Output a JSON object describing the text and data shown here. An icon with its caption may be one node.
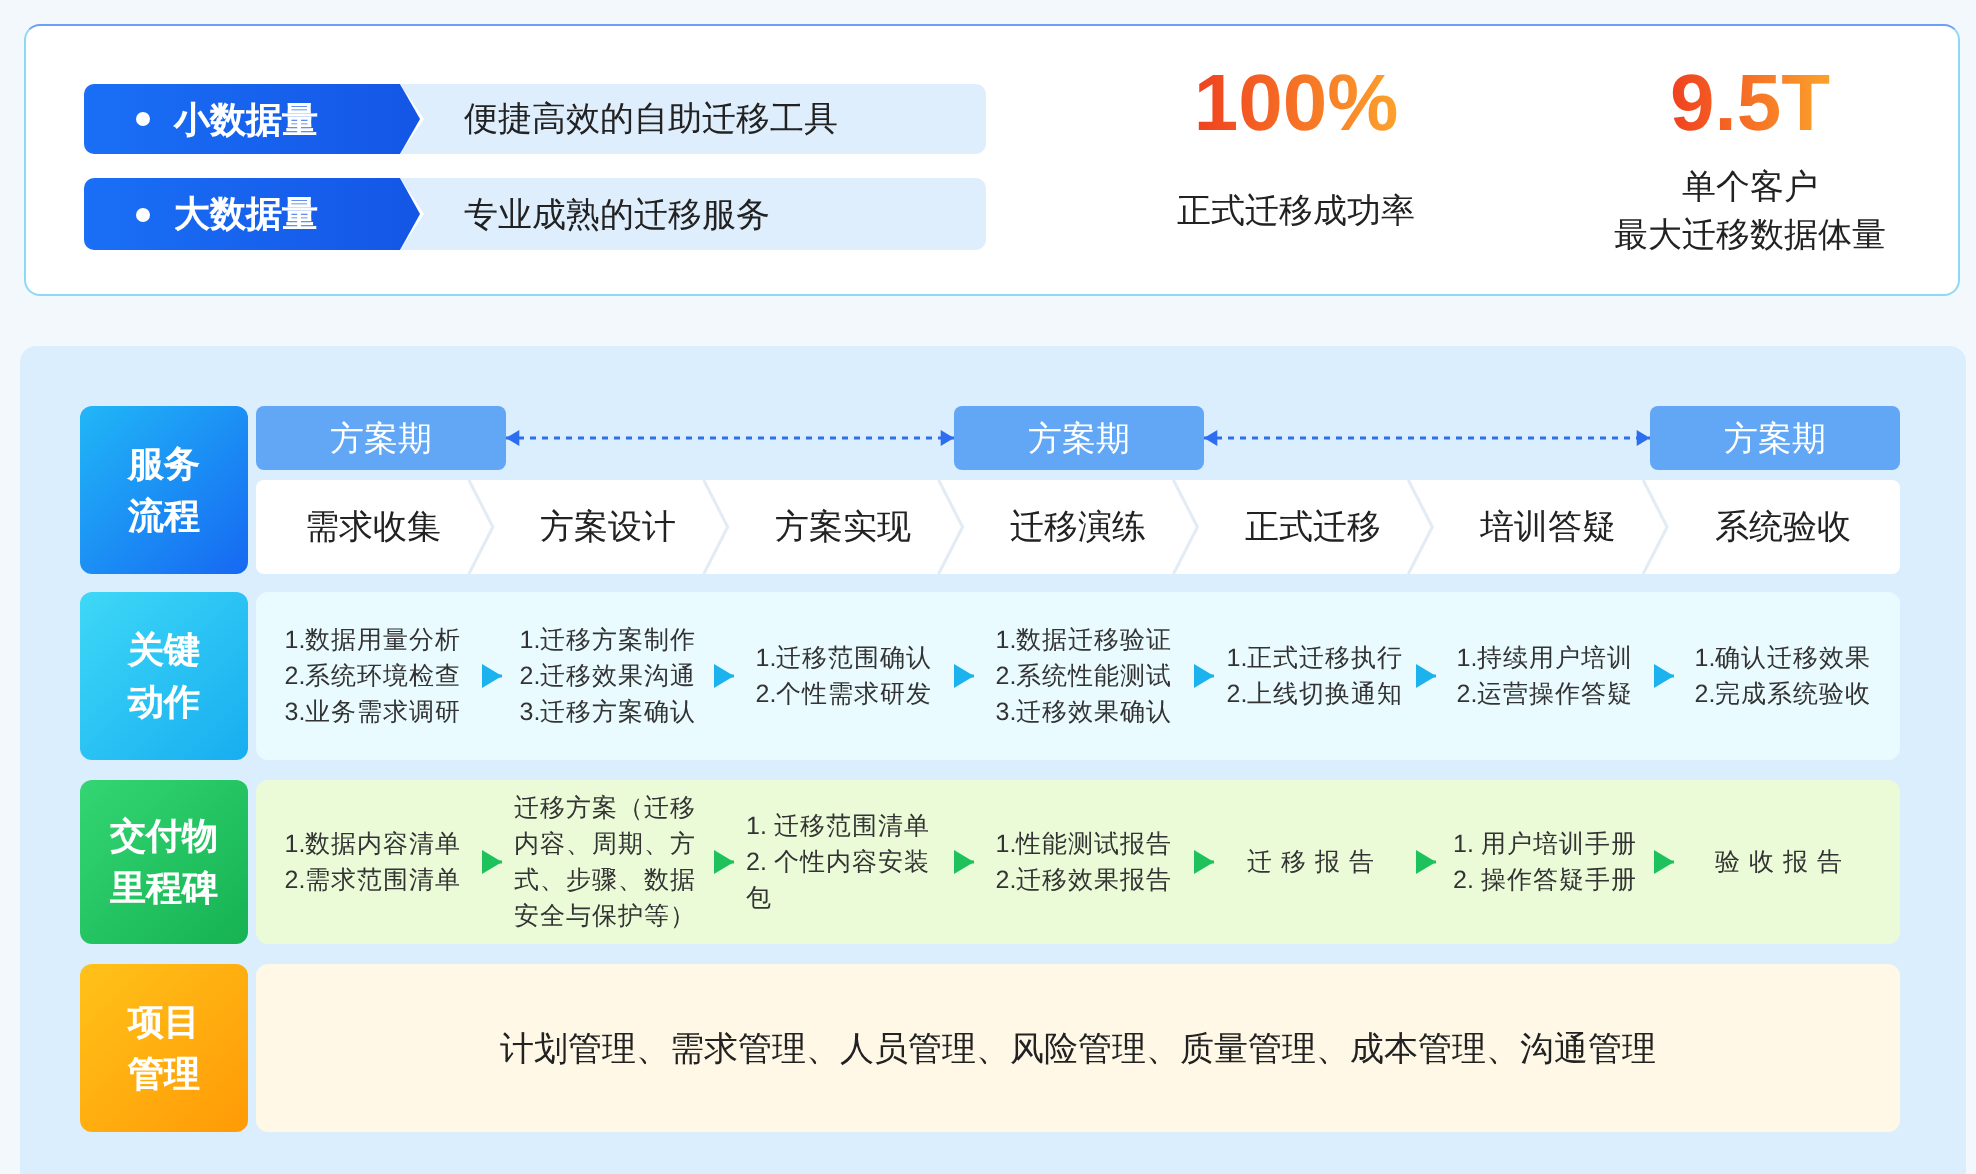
{
  "diagram": {
    "nodes": [
      {
        "text": [
          "小数据量"
        ]
      },
      {
        "text": [
          "便捷高效的自助迁移工具"
        ]
      },
      {
        "text": [
          "大数据量"
        ]
      },
      {
        "text": [
          "专业成熟的迁移服务"
        ]
      },
      {
        "text": [
          "服务流程"
        ]
      },
      {
        "text": [
          "方案期"
        ]
      },
      {
        "text": [
          "方案期"
        ]
      },
      {
        "text": [
          "方案期"
        ]
      },
      {
        "text": [
          "需求收集"
        ]
      },
      {
        "text": [
          "方案设计"
        ]
      },
      {
        "text": [
          "方案实现"
        ]
      },
      {
        "text": [
          "迁移演练"
        ]
      },
      {
        "text": [
          "正式迁移"
        ]
      },
      {
        "text": [
          "培训答疑"
        ]
      },
      {
        "text": [
          "系统验收"
        ]
      },
      {
        "text": [
          "关键动作"
        ]
      },
      {
        "text": [
          "1.数据用量分析",
          "2.系统环境检查",
          "3.业务需求调研"
        ]
      },
      {
        "text": [
          "1.迁移方案制作",
          "2.迁移效果沟通",
          "3.迁移方案确认"
        ]
      },
      {
        "text": [
          "1.迁移范围确认",
          "2.个性需求研发"
        ]
      },
      {
        "text": [
          "1.数据迁移验证",
          "2.系统性能测试",
          "3.迁移效果确认"
        ]
      },
      {
        "text": [
          "1.正式迁移执行",
          "2.上线切换通知"
        ]
      },
      {
        "text": [
          "1.持续用户培训",
          "2.运营操作答疑"
        ]
      },
      {
        "text": [
          "1.确认迁移效果",
          "2.完成系统验收"
        ]
      },
      {
        "text": [
          "交付物里程碑"
        ]
      },
      {
        "text": [
          "1.数据内容清单",
          "2.需求范围清单"
        ]
      },
      {
        "text": [
          "迁移方案（迁移内容、周期、方式、步骤、数据安全与保护等）"
        ]
      },
      {
        "text": [
          "1. 迁移范围清单",
          "2. 个性内容安装包"
        ]
      },
      {
        "text": [
          "1.性能测试报告",
          "2.迁移效果报告"
        ]
      },
      {
        "text": [
          "迁移报告"
        ]
      },
      {
        "text": [
          "1. 用户培训手册",
          "2. 操作答疑手册"
        ]
      },
      {
        "text": [
          "验收报告"
        ]
      },
      {
        "text": [
          "项目管理"
        ]
      },
      {
        "text": [
          "计划管理、需求管理、人员管理、风险管理、质量管理、成本管理、沟通管理"
        ]
      }
    ],
    "edges": [
      {
        "from": 5,
        "to": 6,
        "arrow": "both",
        "style": "dashed",
        "color": "#2d6ef0"
      },
      {
        "from": 6,
        "to": 7,
        "arrow": "both",
        "style": "dashed",
        "color": "#2d6ef0"
      },
      {
        "from": 16,
        "to": 17,
        "arrow": "to",
        "color": "#1cb2ee"
      },
      {
        "from": 17,
        "to": 18,
        "arrow": "to",
        "color": "#1cb2ee"
      },
      {
        "from": 18,
        "to": 19,
        "arrow": "to",
        "color": "#1cb2ee"
      },
      {
        "from": 19,
        "to": 20,
        "arrow": "to",
        "color": "#1cb2ee"
      },
      {
        "from": 20,
        "to": 21,
        "arrow": "to",
        "color": "#1cb2ee"
      },
      {
        "from": 21,
        "to": 22,
        "arrow": "to",
        "color": "#1cb2ee"
      },
      {
        "from": 24,
        "to": 25,
        "arrow": "to",
        "color": "#1ec25c"
      },
      {
        "from": 25,
        "to": 26,
        "arrow": "to",
        "color": "#1ec25c"
      },
      {
        "from": 26,
        "to": 27,
        "arrow": "to",
        "color": "#1ec25c"
      },
      {
        "from": 27,
        "to": 28,
        "arrow": "to",
        "color": "#1ec25c"
      },
      {
        "from": 28,
        "to": 29,
        "arrow": "to",
        "color": "#1ec25c"
      },
      {
        "from": 29,
        "to": 30,
        "arrow": "to",
        "color": "#1ec25c"
      }
    ],
    "labels": [
      "100%",
      "正式迁移成功率",
      "9.5T",
      "单个客户",
      "最大迁移数据体量"
    ]
  }
}
